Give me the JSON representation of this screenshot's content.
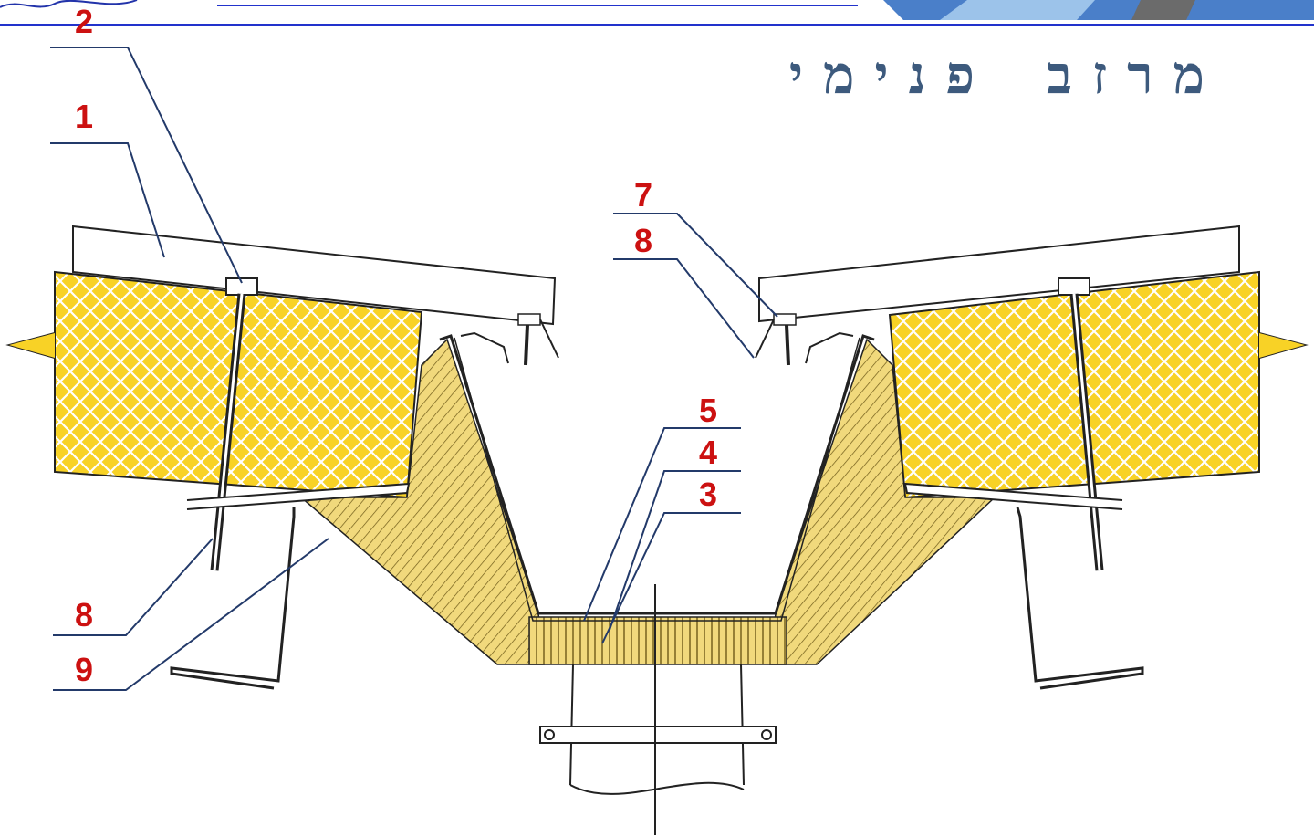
{
  "title": "מרזב פנימי",
  "colors": {
    "insulation": "#f8d226",
    "mesh": "#ffffff",
    "outline": "#222222",
    "leader": "#233a6a",
    "label": "#cc1111",
    "title": "#3d5a7d",
    "header_line": "#2233cc"
  },
  "callouts": {
    "c1": "1",
    "c2": "2",
    "c3": "3",
    "c4": "4",
    "c5": "5",
    "c7": "7",
    "c8a": "8",
    "c8b": "8",
    "c9": "9"
  },
  "icons": [
    "logo-icon",
    "corner-photo"
  ]
}
